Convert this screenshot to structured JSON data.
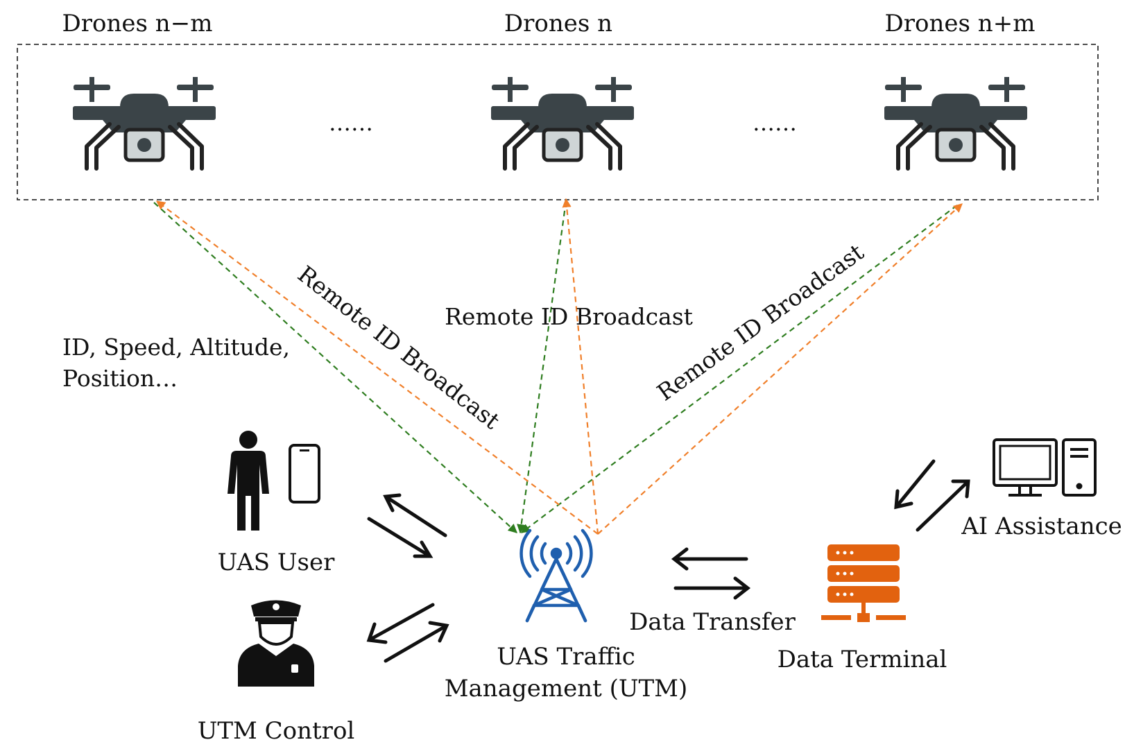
{
  "drones": {
    "left_label": "Drones n−m",
    "center_label": "Drones n",
    "right_label": "Drones n+m",
    "ellipsis_left": "……",
    "ellipsis_right": "……"
  },
  "links": {
    "left_broadcast": "Remote ID Broadcast",
    "center_broadcast": "Remote ID Broadcast",
    "right_broadcast": "Remote ID Broadcast",
    "payload_line1": "ID, Speed, Altitude,",
    "payload_line2": "Position…"
  },
  "nodes": {
    "uas_user": "UAS User",
    "utm_control": "UTM Control",
    "utm_line1": "UAS Traffic",
    "utm_line2": "Management (UTM)",
    "data_transfer": "Data Transfer",
    "data_terminal": "Data Terminal",
    "ai_assistance": "AI Assistance"
  },
  "colors": {
    "drone_body": "#3b4448",
    "drone_camera": "#cfd5d6",
    "green_arrow": "#2e7d1f",
    "orange_arrow": "#f07f2a",
    "tower": "#1f5fae",
    "server": "#e2620f",
    "black": "#111111"
  },
  "icons": [
    "drone-icon",
    "person-icon",
    "smartphone-icon",
    "police-officer-icon",
    "antenna-tower-icon",
    "server-icon",
    "desktop-computer-icon"
  ]
}
